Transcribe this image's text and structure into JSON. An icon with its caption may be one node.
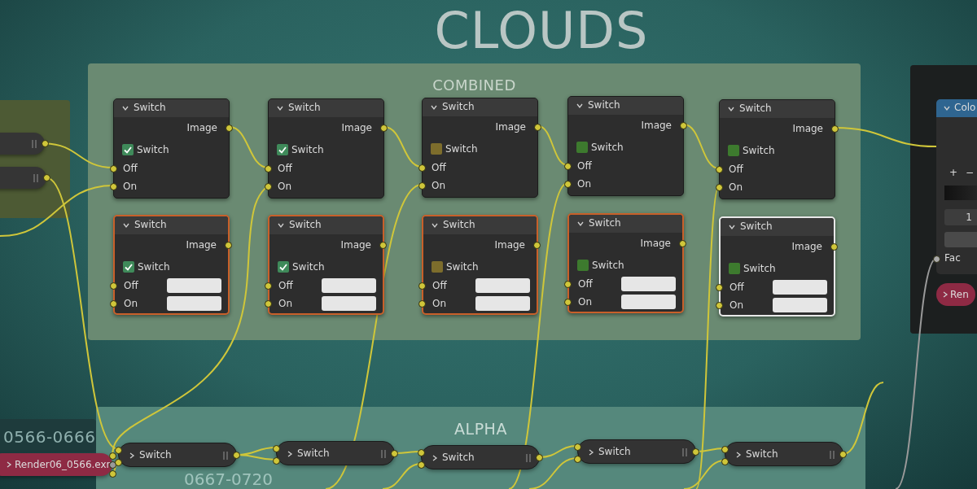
{
  "diagram": {
    "title": "CLOUDS",
    "nodes": [
      {
        "text": [],
        "shape": "box"
      },
      {
        "text": [],
        "shape": "bar",
        "in": 0
      },
      {
        "text": [],
        "shape": "bar",
        "in": 0
      },
      {
        "text": [
          "COMBINED"
        ]
      },
      {
        "text": [
          "Switch",
          "Image",
          "Switch",
          "Off",
          "On"
        ],
        "in": 3
      },
      {
        "text": [
          "Switch",
          "Image",
          "Switch",
          "Off",
          "On"
        ],
        "in": 3
      },
      {
        "text": [
          "Switch",
          "Image",
          "Switch",
          "Off",
          "On"
        ],
        "in": 3
      },
      {
        "text": [
          "Switch",
          "Image",
          "Switch",
          "Off",
          "On"
        ],
        "in": 3
      },
      {
        "text": [
          "Switch",
          "Image",
          "Switch",
          "Off",
          "On"
        ],
        "in": 3
      },
      {
        "text": [
          "Switch",
          "Image",
          "Switch",
          "Off",
          "On"
        ],
        "in": 3
      },
      {
        "text": [
          "Switch",
          "Image",
          "Switch",
          "Off",
          "On"
        ],
        "in": 3
      },
      {
        "text": [
          "Switch",
          "Image",
          "Switch",
          "Off",
          "On"
        ],
        "in": 3
      },
      {
        "text": [
          "Switch",
          "Image",
          "Switch",
          "Off",
          "On"
        ],
        "in": 3
      },
      {
        "text": [
          "Switch",
          "Image",
          "Switch",
          "Off",
          "On"
        ],
        "in": 3
      },
      {
        "text": [],
        "shape": "box"
      },
      {
        "text": [
          "Colo",
          "+",
          "−",
          "1",
          "Fac"
        ],
        "in": 14
      },
      {
        "text": [
          "Ren"
        ],
        "in": 14
      },
      {
        "text": [
          "0566-0666"
        ]
      },
      {
        "text": [
          "Render06_0566.exr"
        ]
      },
      {
        "text": [
          "ALPHA"
        ]
      },
      {
        "text": [
          "Switch"
        ],
        "in": 19
      },
      {
        "text": [
          "Switch"
        ],
        "in": 19
      },
      {
        "text": [
          "Switch"
        ],
        "in": 19
      },
      {
        "text": [
          "Switch"
        ],
        "in": 19
      },
      {
        "text": [
          "Switch"
        ],
        "in": 19
      }
    ],
    "edges": [
      {
        "from": 1,
        "to": 4,
        "arrow": "none"
      },
      {
        "from": null,
        "to": 4,
        "arrow": "none"
      },
      {
        "from": 2,
        "to": 20,
        "arrow": "none"
      },
      {
        "from": 4,
        "to": 5,
        "arrow": "none"
      },
      {
        "from": 18,
        "to": 5,
        "arrow": "none"
      },
      {
        "from": 5,
        "to": 6,
        "arrow": "none"
      },
      {
        "from": null,
        "to": 6,
        "arrow": "none"
      },
      {
        "from": 6,
        "to": 7,
        "arrow": "none"
      },
      {
        "from": null,
        "to": 7,
        "arrow": "none"
      },
      {
        "from": 7,
        "to": 8,
        "arrow": "none"
      },
      {
        "from": null,
        "to": 8,
        "arrow": "none"
      },
      {
        "from": 8,
        "to": 15,
        "arrow": "none"
      },
      {
        "from": null,
        "to": 15,
        "arrow": "none",
        "color": "#9a9a9a"
      },
      {
        "from": 18,
        "to": 20,
        "arrow": "none"
      },
      {
        "from": 20,
        "to": 21,
        "arrow": "none"
      },
      {
        "from": 20,
        "to": 21,
        "arrow": "none"
      },
      {
        "from": 21,
        "to": 22,
        "arrow": "none"
      },
      {
        "from": null,
        "to": 22,
        "arrow": "none"
      },
      {
        "from": 22,
        "to": 23,
        "arrow": "none"
      },
      {
        "from": null,
        "to": 23,
        "arrow": "none"
      },
      {
        "from": 23,
        "to": 24,
        "arrow": "none"
      },
      {
        "from": null,
        "to": 24,
        "arrow": "none"
      },
      {
        "from": 24,
        "to": null,
        "arrow": "none"
      }
    ],
    "labels": [
      "0667-0720"
    ]
  }
}
